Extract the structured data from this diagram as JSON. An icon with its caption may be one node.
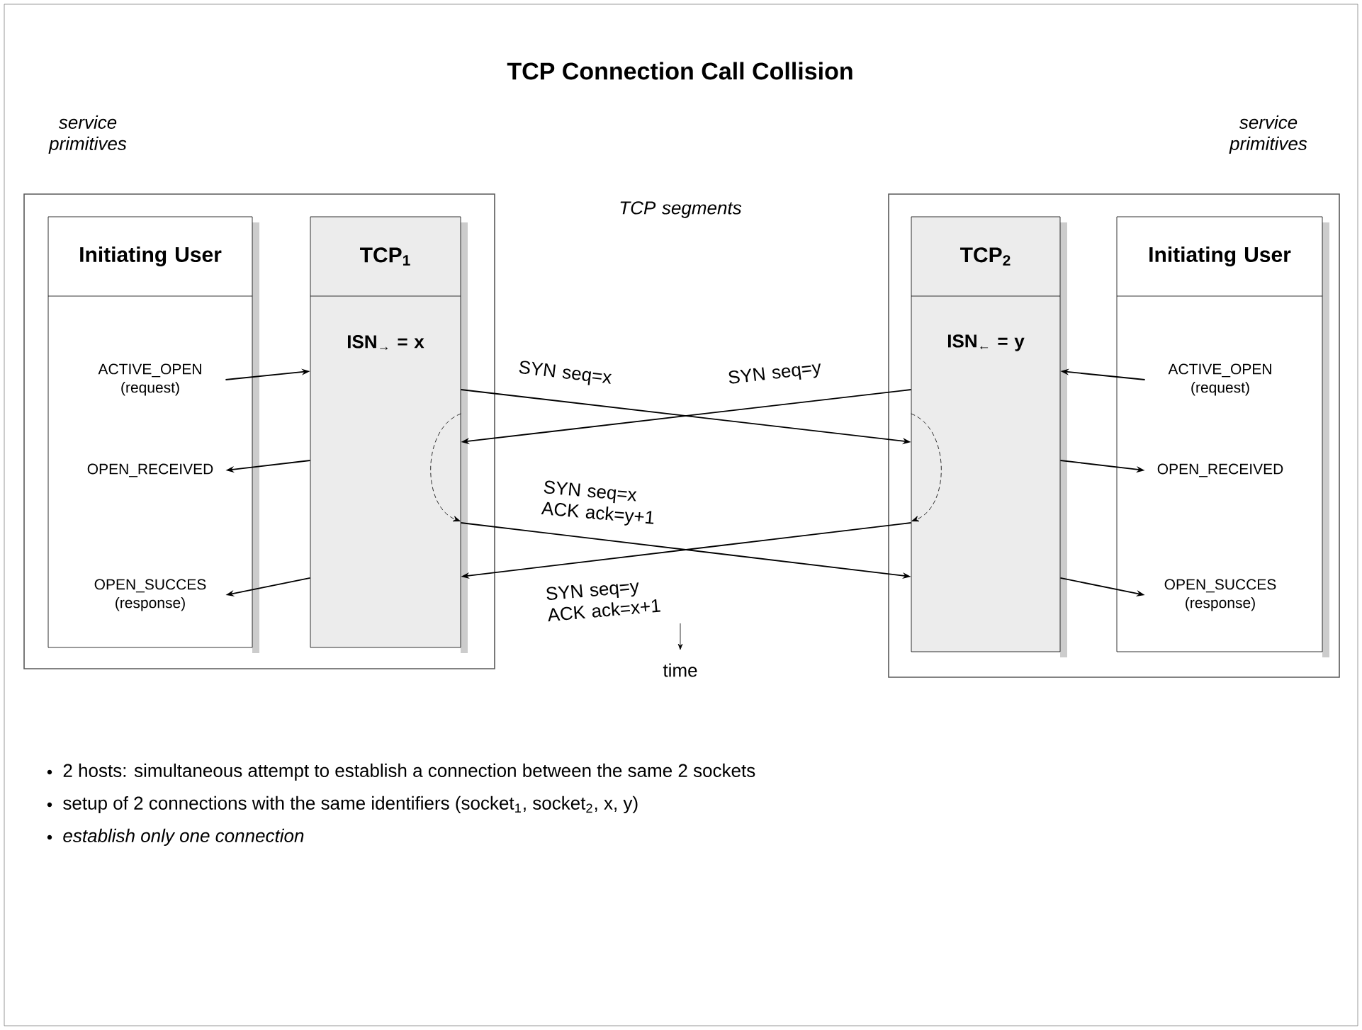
{
  "diagram": {
    "title": "TCP Connection Call Collision",
    "nodes": [
      {
        "text": [],
        "shape": "box"
      },
      {
        "text": [
          "Initiating User"
        ],
        "in": 0
      },
      {
        "text": [
          "ACTIVE_OPEN (request)"
        ],
        "in": 1
      },
      {
        "text": [
          "OPEN_RECEIVED"
        ],
        "in": 1
      },
      {
        "text": [
          "OPEN_SUCCES (response)"
        ],
        "in": 1
      },
      {
        "text": [
          "TCP$_{1}$",
          "ISN$_{→}$ = x"
        ],
        "in": 0
      },
      {
        "text": [],
        "shape": "box"
      },
      {
        "text": [
          "TCP$_{2}$",
          "ISN$_{←}$ = y"
        ],
        "in": 6
      },
      {
        "text": [
          "Initiating User"
        ],
        "in": 6
      },
      {
        "text": [
          "ACTIVE_OPEN (request)"
        ],
        "in": 8
      },
      {
        "text": [
          "OPEN_RECEIVED"
        ],
        "in": 8
      },
      {
        "text": [
          "OPEN_SUCCES (response)"
        ],
        "in": 8
      }
    ],
    "edges": [
      {
        "from": 2,
        "to": 5,
        "arrow": "to"
      },
      {
        "from": 5,
        "to": 7,
        "arrow": "to",
        "label": "SYN seq=x"
      },
      {
        "from": 7,
        "to": 5,
        "arrow": "to",
        "label": "SYN seq=y"
      },
      {
        "from": 9,
        "to": 7,
        "arrow": "to"
      },
      {
        "from": 5,
        "to": 3,
        "arrow": "to"
      },
      {
        "from": 7,
        "to": 10,
        "arrow": "to"
      },
      {
        "from": 5,
        "to": 5,
        "arrow": "to",
        "style": "dashed"
      },
      {
        "from": 7,
        "to": 7,
        "arrow": "to",
        "style": "dashed"
      },
      {
        "from": 5,
        "to": 7,
        "arrow": "to",
        "label": "SYN seq=x ACK ack=y+1"
      },
      {
        "from": 7,
        "to": 5,
        "arrow": "to",
        "label": "SYN seq=y ACK ack=x+1"
      },
      {
        "from": 5,
        "to": 4,
        "arrow": "to"
      },
      {
        "from": 7,
        "to": 11,
        "arrow": "to"
      }
    ],
    "labels": [
      "service primitives",
      "service primitives",
      "TCP segments",
      "time",
      "2 hosts: simultaneous attempt to establish a connection between the same 2 sockets",
      "setup of 2 connections with the same identifiers (socket$_{1}$, socket$_{2}$, x, y)",
      "establish only one connection"
    ]
  }
}
